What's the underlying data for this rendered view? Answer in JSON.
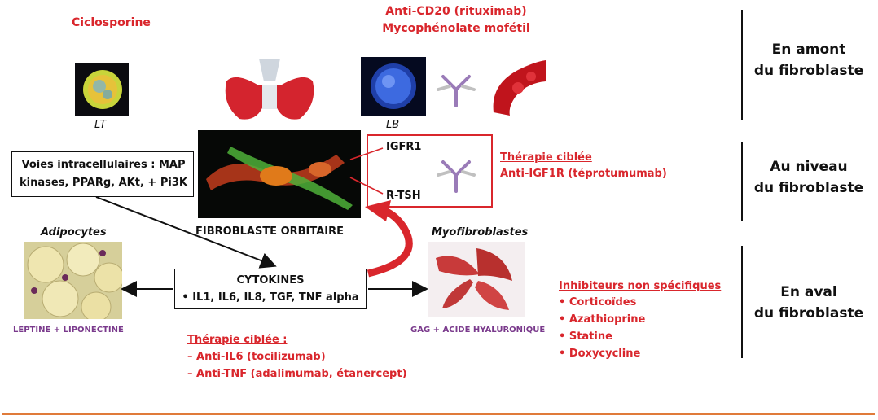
{
  "top": {
    "ciclosporine": "Ciclosporine",
    "anti_cd20": "Anti-CD20 (rituximab)",
    "mycophenolate": "Mycophénolate mofétil",
    "lt": "LT",
    "lb": "LB"
  },
  "sections": {
    "amont_1": "En amont",
    "amont_2": "du fibroblaste",
    "niveau_1": "Au niveau",
    "niveau_2": "du fibroblaste",
    "aval_1": "En aval",
    "aval_2": "du fibroblaste"
  },
  "voies": {
    "line1": "Voies intracellulaires : MAP",
    "line2": "kinases, PPARg, AKt, + Pi3K"
  },
  "receptors": {
    "igfr1": "IGFR1",
    "rtsh": "R-TSH"
  },
  "therapie_igf": {
    "title": "Thérapie ciblée",
    "drug": "Anti-IGF1R (téprotumumab)"
  },
  "fibroblaste": "FIBROBLASTE ORBITAIRE",
  "adipocytes": {
    "title": "Adipocytes",
    "caption": "LEPTINE + LIPONECTINE"
  },
  "myofibroblastes": {
    "title": "Myofibroblastes",
    "caption": "GAG + ACIDE HYALURONIQUE"
  },
  "cytokines": {
    "title": "CYTOKINES",
    "list": "• IL1, IL6, IL8, TGF, TNF alpha"
  },
  "therapie_cyto": {
    "title": "Thérapie ciblée :",
    "item1": "– Anti-IL6 (tocilizumab)",
    "item2": "– Anti-TNF (adalimumab, étanercept)"
  },
  "inhibiteurs": {
    "title": "Inhibiteurs non spécifiques",
    "items": [
      "• Corticoïdes",
      "• Azathioprine",
      "• Statine",
      "• Doxycycline"
    ]
  },
  "colors": {
    "red": "#d9262c",
    "purple": "#7a3a8c",
    "frame": "#e07b3a"
  }
}
